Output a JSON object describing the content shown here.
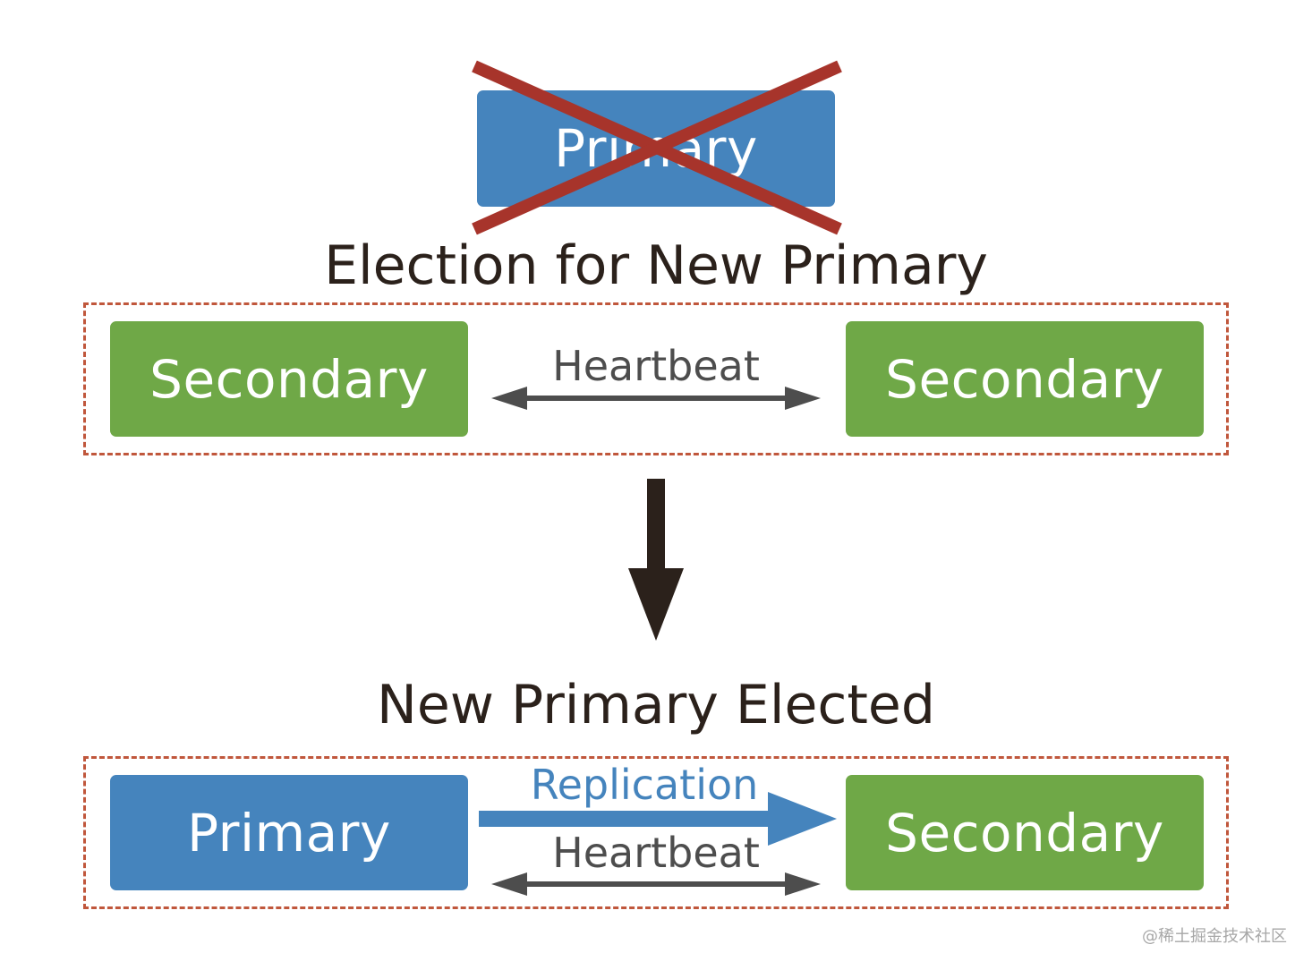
{
  "failed_node": {
    "label": "Primary"
  },
  "election_stage": {
    "title": "Election for New Primary",
    "left_node": "Secondary",
    "right_node": "Secondary",
    "link_label": "Heartbeat"
  },
  "elected_stage": {
    "title": "New Primary Elected",
    "left_node": "Primary",
    "right_node": "Secondary",
    "replication_label": "Replication",
    "heartbeat_label": "Heartbeat"
  },
  "watermark": "@稀土掘金技术社区",
  "colors": {
    "primary": "#4584bd",
    "secondary": "#6fa847",
    "cross": "#a7342b",
    "group_border": "#c0573c",
    "heartbeat_arrow": "#4d4d4d",
    "replication_arrow": "#4584bd",
    "flow_arrow": "#2b211b",
    "text": "#2b211b"
  }
}
